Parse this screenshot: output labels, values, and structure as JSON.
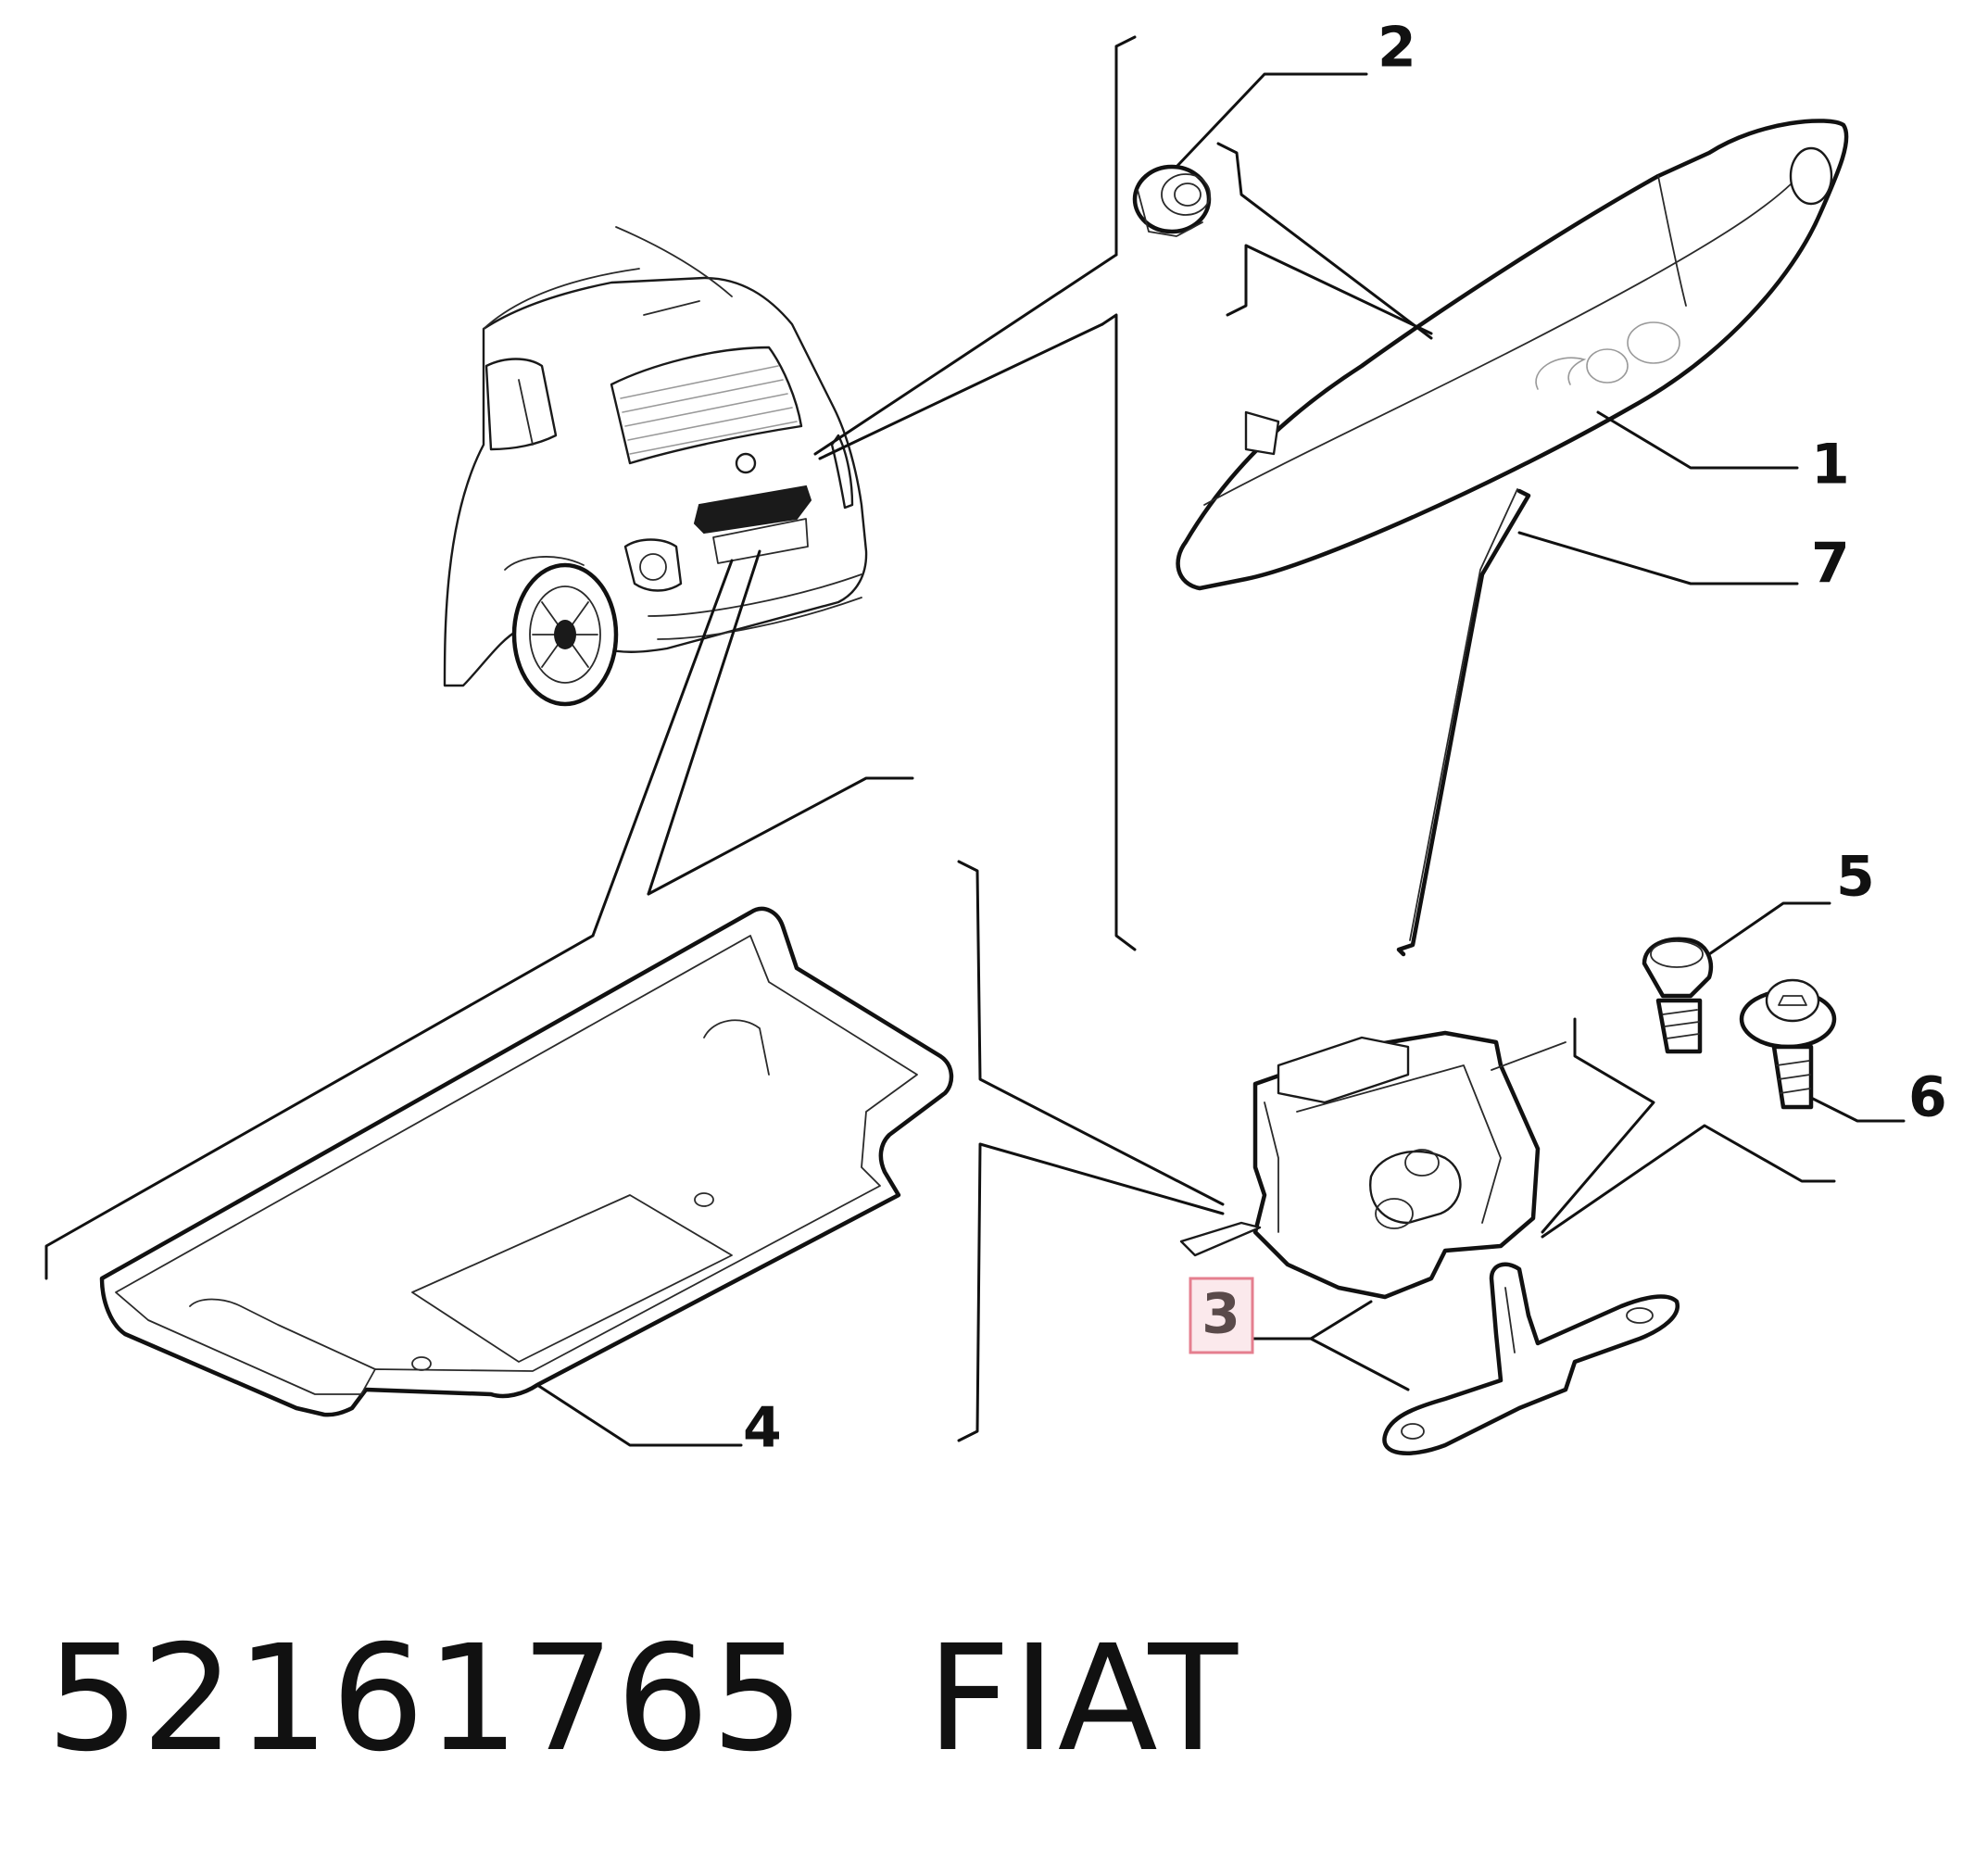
{
  "callouts": {
    "c1": "1",
    "c2": "2",
    "c3": "3",
    "c4": "4",
    "c5": "5",
    "c6": "6",
    "c7": "7"
  },
  "highlighted_callout": "3",
  "highlight_colors": {
    "fill": "#fbe9ec",
    "stroke": "#e57f8f"
  },
  "caption": {
    "part_number": "52161765",
    "brand": "FIAT"
  }
}
